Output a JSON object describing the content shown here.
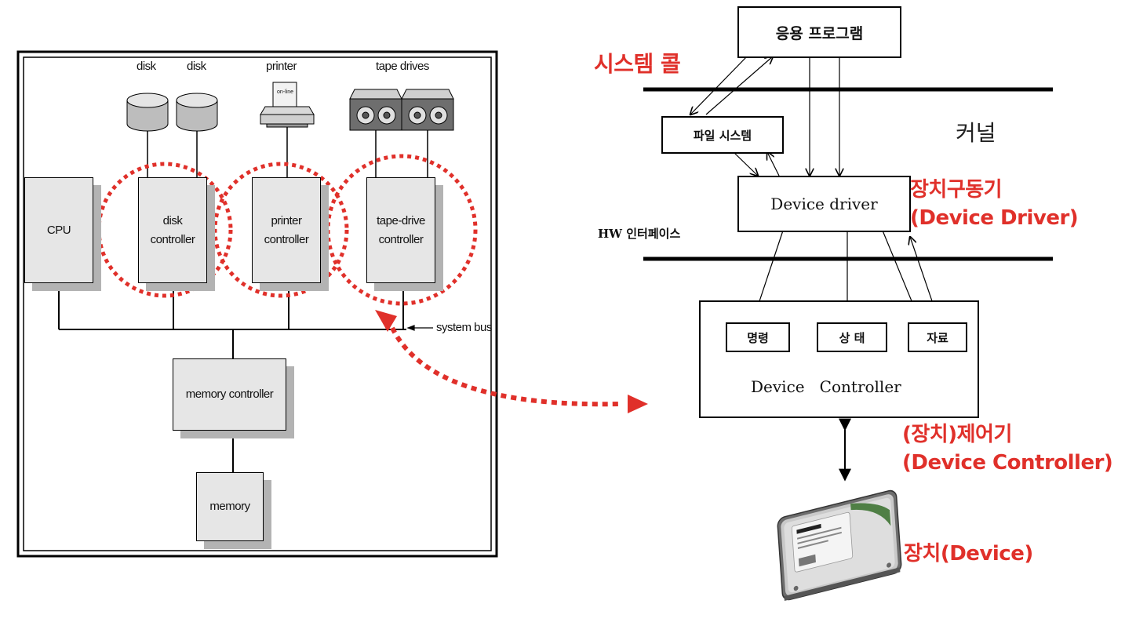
{
  "left_diagram": {
    "devices": {
      "disk1": "disk",
      "disk2": "disk",
      "printer": "printer",
      "printer_tag": "on-line",
      "tape": "tape drives"
    },
    "boxes": {
      "cpu": "CPU",
      "disk_controller": [
        "disk",
        "controller"
      ],
      "printer_controller": [
        "printer",
        "controller"
      ],
      "tape_controller": [
        "tape-drive",
        "controller"
      ],
      "memory_controller": "memory controller",
      "memory": "memory"
    },
    "system_bus": "system bus"
  },
  "right_diagram": {
    "app_program": "응용 프로그램",
    "file_system": "파일 시스템",
    "kernel": "커널",
    "device_driver": "Device driver",
    "hw_interface": "HW 인터페이스",
    "controller_regs": [
      "명령",
      "상 태",
      "자료"
    ],
    "device_controller": "Device   Controller"
  },
  "annotations": {
    "system_call": "시스템 콜",
    "driver_ko": "장치구동기",
    "driver_en": "(Device Driver)",
    "controller_ko": "(장치)제어기",
    "controller_en": "(Device Controller)",
    "device": "장치(Device)"
  },
  "colors": {
    "accent_red": "#e0302a",
    "box_fill": "#e6e6e6",
    "shadow": "#b3b3b3"
  }
}
